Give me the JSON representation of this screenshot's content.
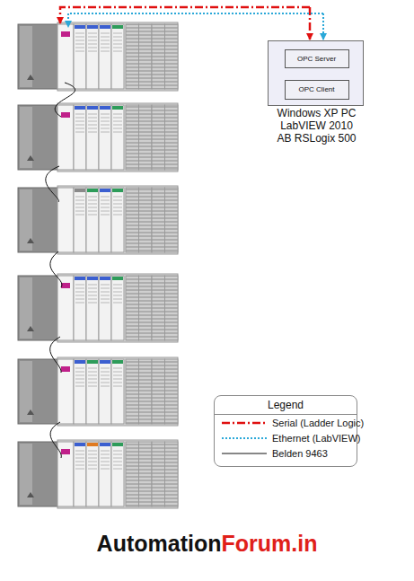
{
  "diagram": {
    "nodes": [
      {
        "text": [
          "Windows XP PC",
          "LabVIEW 2010",
          "AB RSLogix 500"
        ]
      },
      {
        "text": [
          "OPC Server"
        ],
        "in": 0
      },
      {
        "text": [
          "OPC Client"
        ],
        "in": 0
      }
    ],
    "edges": [
      {
        "from": 1,
        "to": 2,
        "arrow": "to"
      }
    ],
    "labels": [
      "Legend",
      "Automation",
      "Forum.in"
    ],
    "legend": [
      {
        "text": "Serial (Ladder Logic)"
      },
      {
        "text": "Ethernet (LabVIEW)"
      },
      {
        "text": "Belden 9463"
      }
    ]
  }
}
